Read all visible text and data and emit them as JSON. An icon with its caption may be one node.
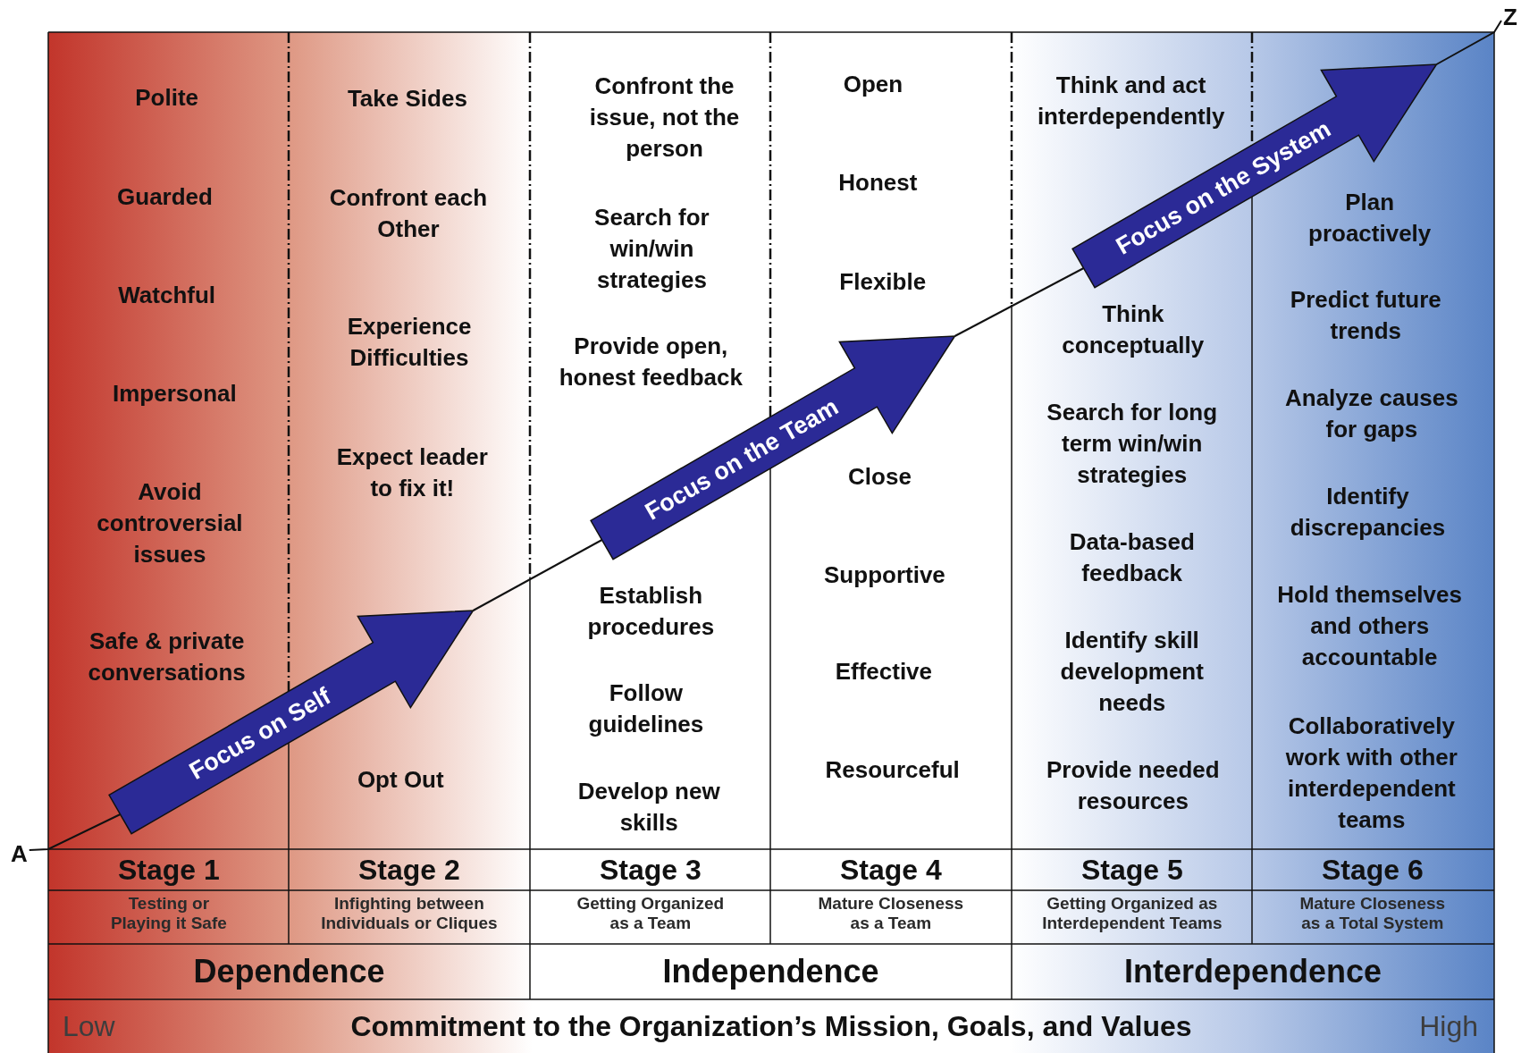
{
  "diagram": {
    "nodes": [
      {
        "text": [
          "Polite",
          "Guarded",
          "Watchful",
          "Impersonal",
          "Avoid controversial issues",
          "Safe & private conversations"
        ]
      },
      {
        "text": [
          "Take Sides",
          "Confront each Other",
          "Experience Difficulties",
          "Expect leader to fix it!",
          "Opt Out"
        ]
      },
      {
        "text": [
          "Confront the issue, not the person",
          "Search for win/win strategies",
          "Provide open, honest feedback",
          "Establish procedures",
          "Follow guidelines",
          "Develop new skills"
        ]
      },
      {
        "text": [
          "Open",
          "Honest",
          "Flexible",
          "Close",
          "Supportive",
          "Effective",
          "Resourceful"
        ]
      },
      {
        "text": [
          "Think and act interdependently",
          "Think conceptually",
          "Search for long term win/win strategies",
          "Data-based feedback",
          "Identify skill development needs",
          "Provide needed resources"
        ]
      },
      {
        "text": [
          "Plan proactively",
          "Predict future trends",
          "Analyze causes for gaps",
          "Identify discrepancies",
          "Hold themselves and others accountable",
          "Collaboratively work with other interdependent teams"
        ]
      },
      {
        "text": [
          "Stage 1",
          "Testing or Playing it Safe"
        ]
      },
      {
        "text": [
          "Stage 2",
          "Infighting between Individuals or Cliques"
        ]
      },
      {
        "text": [
          "Stage 3",
          "Getting Organized as a Team"
        ]
      },
      {
        "text": [
          "Stage 4",
          "Mature Closeness as a Team"
        ]
      },
      {
        "text": [
          "Stage 5",
          "Getting Organized as Interdependent Teams"
        ]
      },
      {
        "text": [
          "Stage 6",
          "Mature Closeness as a Total System"
        ]
      },
      {
        "text": [
          "Dependence"
        ]
      },
      {
        "text": [
          "Independence"
        ]
      },
      {
        "text": [
          "Interdependence"
        ]
      },
      {
        "text": [
          "Low",
          "Commitment to the Organization’s Mission, Goals, and Values",
          "High"
        ]
      },
      {
        "text": [
          "Focus on Self"
        ]
      },
      {
        "text": [
          "Focus on the Team"
        ]
      },
      {
        "text": [
          "Focus on the System"
        ]
      },
      {
        "text": [
          "A"
        ]
      },
      {
        "text": [
          "Z"
        ]
      }
    ],
    "edges": [
      {
        "from": 19,
        "to": 16,
        "arrow": "none"
      },
      {
        "from": 16,
        "to": 17,
        "arrow": "none"
      },
      {
        "from": 17,
        "to": 18,
        "arrow": "none"
      },
      {
        "from": 18,
        "to": 20,
        "arrow": "none"
      }
    ]
  }
}
